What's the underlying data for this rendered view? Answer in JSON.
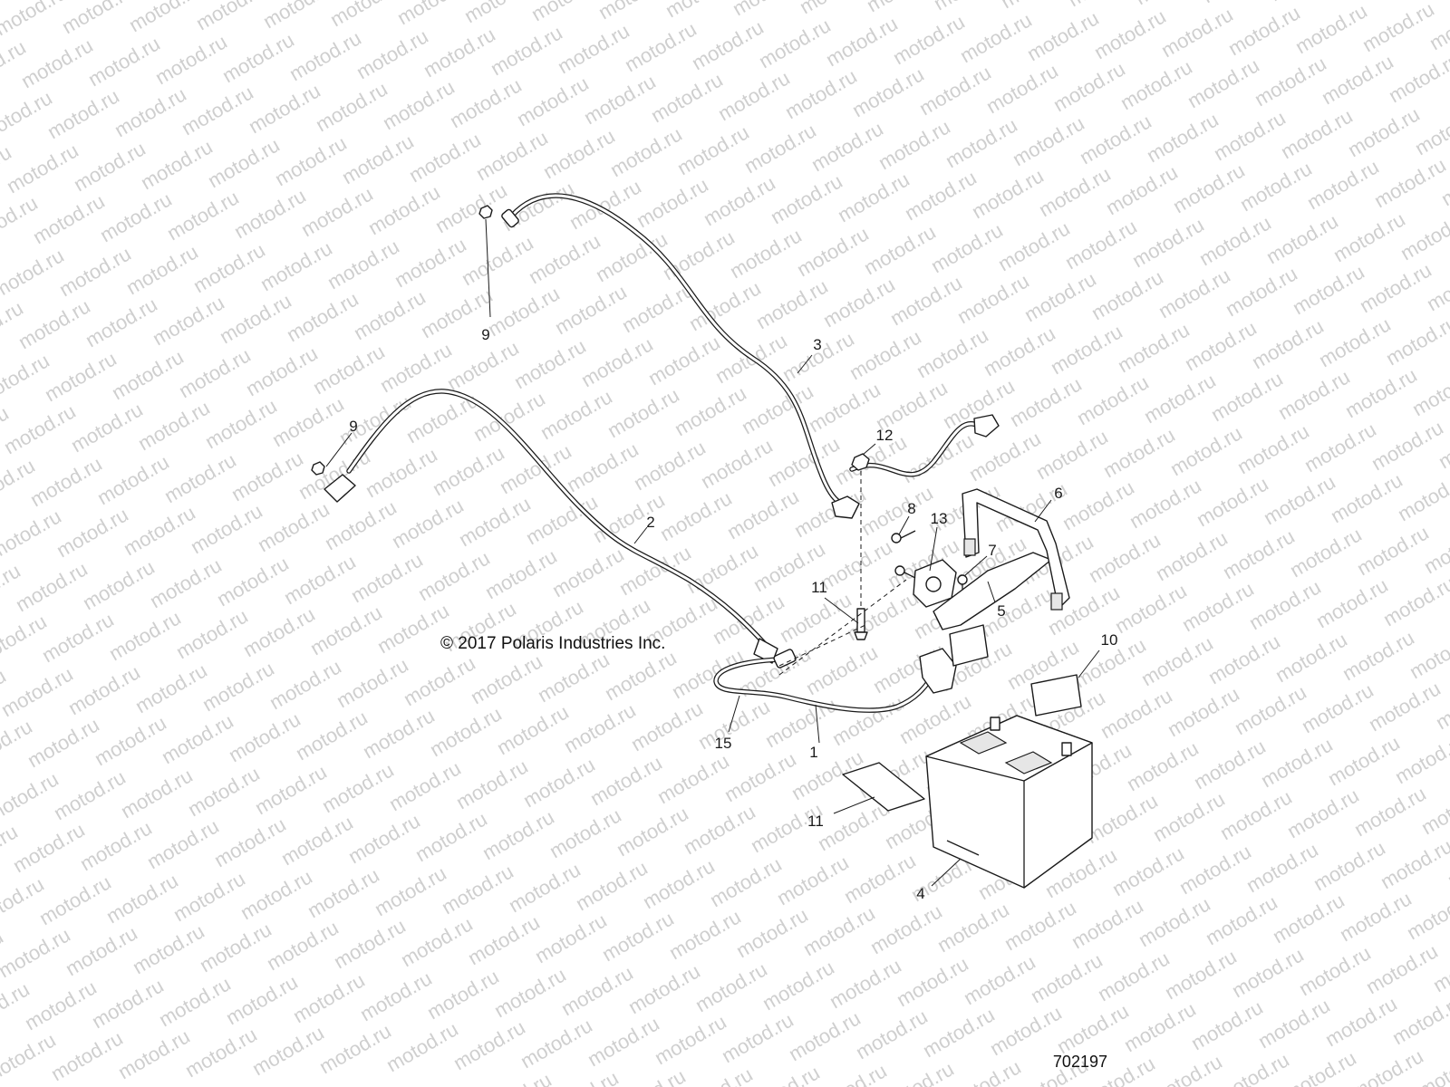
{
  "watermark": {
    "text": "motod.ru"
  },
  "copyright": "© 2017 Polaris Industries Inc.",
  "figure_number": "702197",
  "callouts": [
    {
      "id": "1",
      "label": "1"
    },
    {
      "id": "2",
      "label": "2"
    },
    {
      "id": "3",
      "label": "3"
    },
    {
      "id": "4",
      "label": "4"
    },
    {
      "id": "5",
      "label": "5"
    },
    {
      "id": "6",
      "label": "6"
    },
    {
      "id": "7",
      "label": "7"
    },
    {
      "id": "8",
      "label": "8"
    },
    {
      "id": "9a",
      "label": "9"
    },
    {
      "id": "9b",
      "label": "9"
    },
    {
      "id": "10",
      "label": "10"
    },
    {
      "id": "11",
      "label": "11"
    },
    {
      "id": "12",
      "label": "12"
    },
    {
      "id": "13",
      "label": "13"
    },
    {
      "id": "14",
      "label": "14"
    },
    {
      "id": "15",
      "label": "15"
    }
  ]
}
